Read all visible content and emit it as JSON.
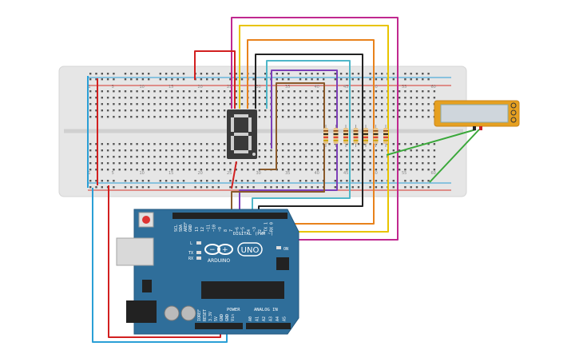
{
  "canvas": {
    "background": "#ffffff"
  },
  "breadboard": {
    "color": "#e6e6e6",
    "rail_blue": "#2a9fd6",
    "rail_red": "#d6342a",
    "column_numbers": [
      "1",
      "5",
      "10",
      "15",
      "20",
      "25",
      "30",
      "35",
      "40",
      "45",
      "50",
      "55",
      "60"
    ]
  },
  "display": {
    "digit": "8",
    "body_color": "#3a3a3a",
    "segment_off": "#4a4a4a",
    "segment_on": "#cfcfcf"
  },
  "arduino": {
    "brand": "ARDUINO",
    "model": "UNO",
    "board_color": "#2f6e9a",
    "header_labels": {
      "digital": "DIGITAL",
      "pwm": "(PWM ~)",
      "power": "POWER",
      "analog_in": "ANALOG IN",
      "aref": "AREF",
      "gnd": "GND",
      "scl": "SCL",
      "sda": "SDA",
      "tx": "TX",
      "rx": "RX",
      "on": "ON",
      "l": "L",
      "ioref": "IOREF",
      "reset": "RESET",
      "v33": "3.3V",
      "v5": "5V",
      "vin": "Vin"
    },
    "digital_pins": [
      "13",
      "12",
      "~11",
      "~10",
      "~9",
      "8",
      "7",
      "~6",
      "~5",
      "4",
      "~3",
      "2",
      "TX 1",
      "RX 0"
    ],
    "analog_pins": [
      "A0",
      "A1",
      "A2",
      "A3",
      "A4",
      "A5"
    ]
  },
  "resistors": {
    "count": 7,
    "body_color": "#e8c48a",
    "bands": [
      "#8b4513",
      "#000000",
      "#d22",
      "#c8a200"
    ]
  },
  "slide_switch": {
    "body_color": "#e6a020",
    "window_color": "#cfd6dc"
  },
  "wires": {
    "magenta": "#c0288f",
    "yellow": "#e8c400",
    "orange": "#e8821c",
    "black": "#222222",
    "cyan": "#4fb7c9",
    "purple": "#7d3fb8",
    "brown": "#8a5a2b",
    "red": "#d22020",
    "blue": "#2a9fd6",
    "green": "#3aa83a"
  }
}
